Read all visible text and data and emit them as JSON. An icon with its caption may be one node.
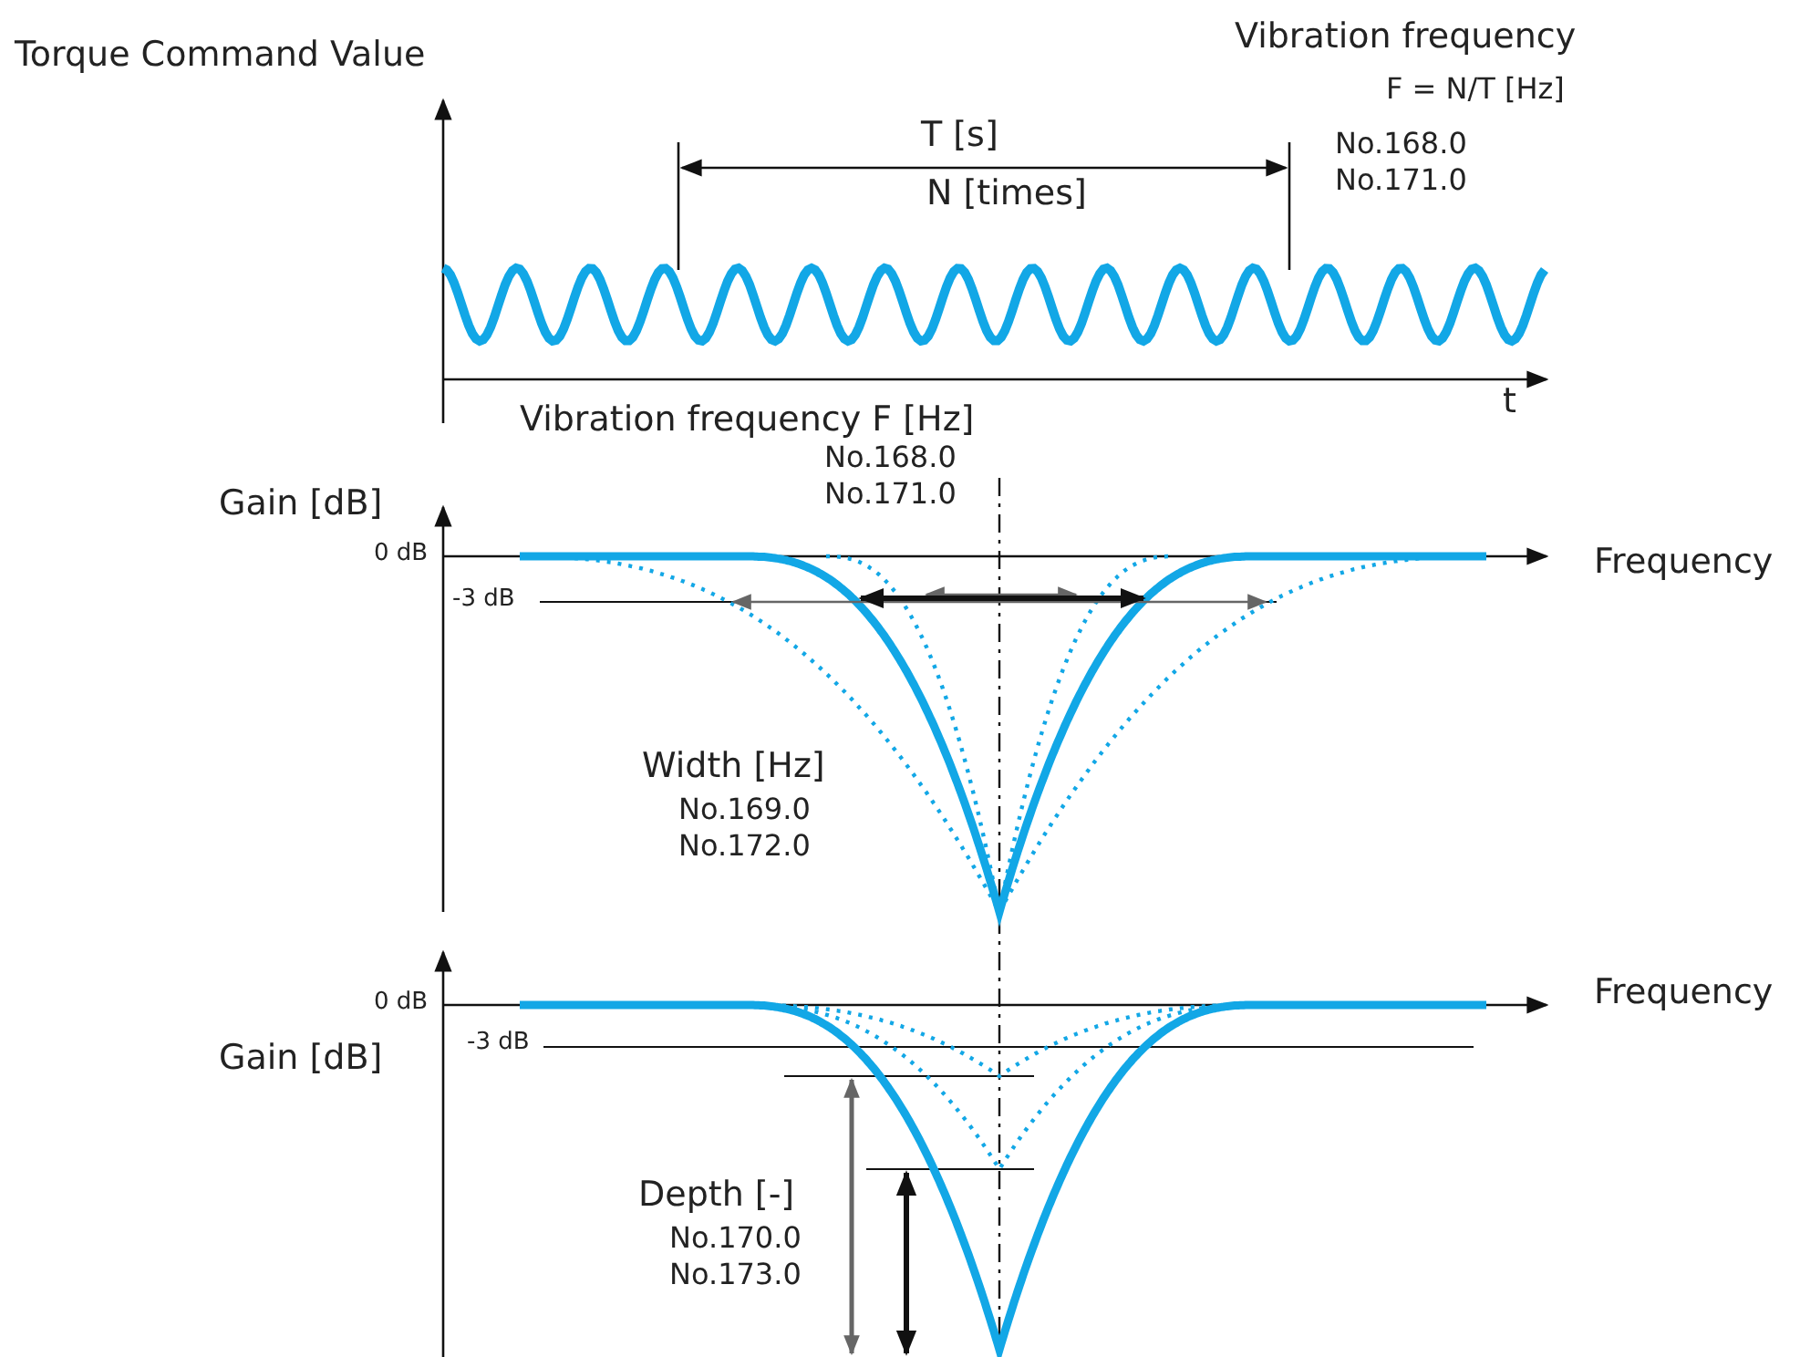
{
  "diagram": {
    "labels": [
      "Torque Command Value",
      "Vibration frequency",
      "F = N/T [Hz]",
      "T [s]",
      "N [times]",
      "No.168.0",
      "No.171.0",
      "t",
      "Vibration frequency F [Hz]",
      "No.168.0",
      "No.171.0",
      "Gain [dB]",
      "0 dB",
      "Frequency",
      "-3 dB",
      "Width [Hz]",
      "No.169.0",
      "No.172.0",
      "0 dB",
      "Frequency",
      "Gain [dB]",
      "-3 dB",
      "Depth [-]",
      "No.170.0",
      "No.173.0"
    ]
  }
}
